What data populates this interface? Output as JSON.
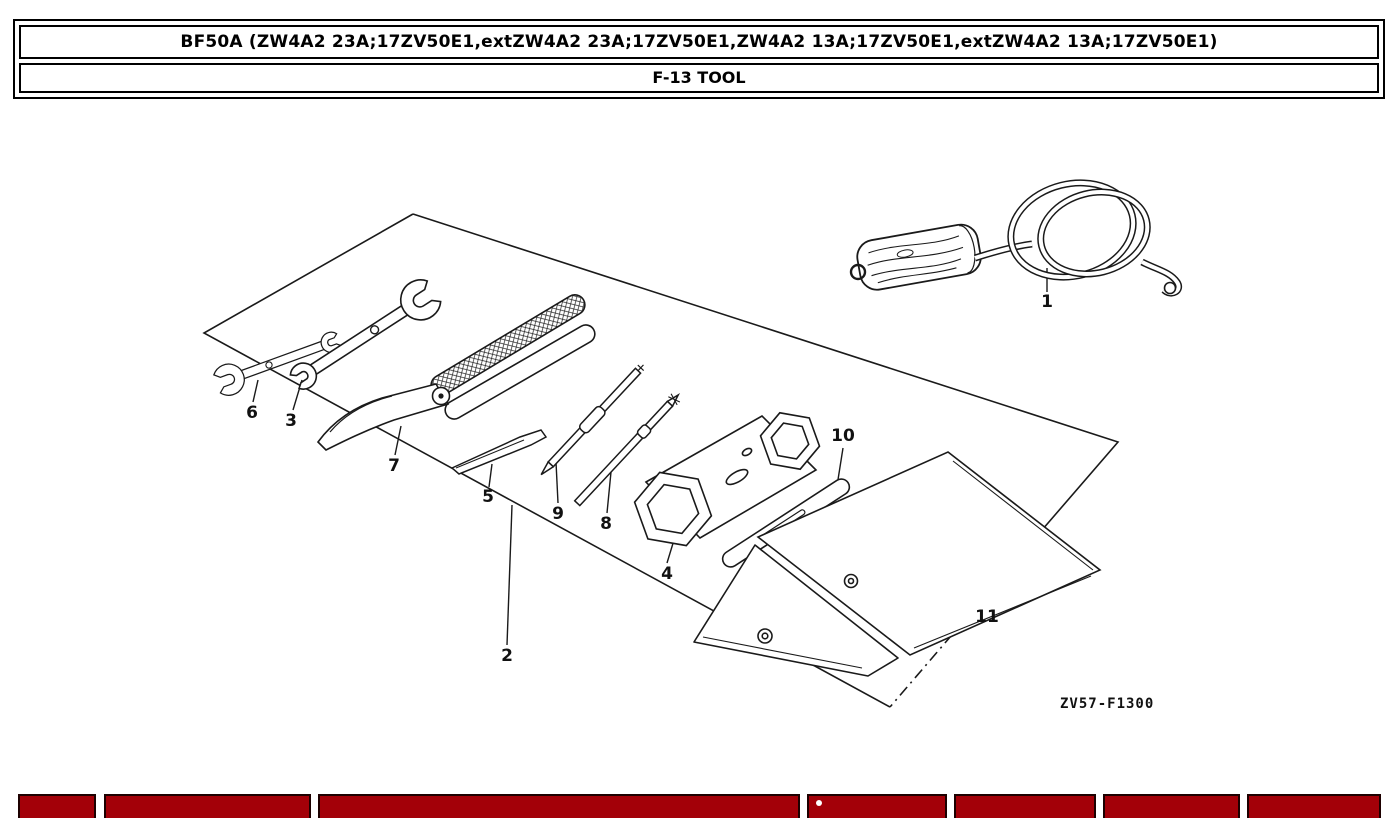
{
  "header": {
    "title": "BF50A (ZW4A2 23A;17ZV50E1,extZW4A2 23A;17ZV50E1,ZW4A2 13A;17ZV50E1,extZW4A2 13A;17ZV50E1)",
    "subtitle": "F-13 TOOL"
  },
  "diagram": {
    "code": "ZV57-F1300",
    "part_labels": [
      "1",
      "2",
      "3",
      "4",
      "5",
      "6",
      "7",
      "8",
      "9",
      "10",
      "11"
    ]
  },
  "colors": {
    "footer_red": "#A30008",
    "line_color": "#1A1A1A"
  }
}
